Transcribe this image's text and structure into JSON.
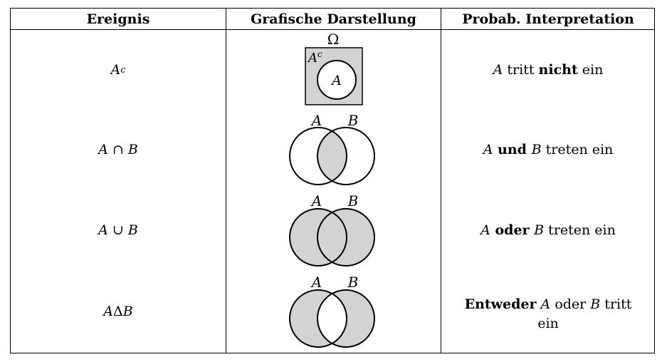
{
  "headers": {
    "event": "Ereignis",
    "graphic": "Grafische Darstellung",
    "interpretation": "Probab. Interpretation"
  },
  "rows": [
    {
      "event_main": "A",
      "event_sup": "c",
      "diagram": {
        "omega": "Ω",
        "complement_main": "A",
        "complement_sup": "c",
        "circle": "A"
      },
      "interp": {
        "p1": "A",
        "p2": " tritt ",
        "p3": "nicht",
        "p4": " ein"
      }
    },
    {
      "event": {
        "a": "A",
        "op": " ∩ ",
        "b": "B"
      },
      "diagram": {
        "label_a": "A",
        "label_b": "B",
        "shaded": "intersection"
      },
      "interp": {
        "p1": "A",
        "p2": " und ",
        "p3": "B",
        "p4": " treten ein"
      }
    },
    {
      "event": {
        "a": "A",
        "op": " ∪ ",
        "b": "B"
      },
      "diagram": {
        "label_a": "A",
        "label_b": "B",
        "shaded": "union"
      },
      "interp": {
        "p1": "A",
        "p2": " oder ",
        "p3": "B",
        "p4": " treten ein"
      }
    },
    {
      "event": {
        "a": "A",
        "op": "Δ",
        "b": "B"
      },
      "diagram": {
        "label_a": "A",
        "label_b": "B",
        "shaded": "symmetric-difference"
      },
      "interp": {
        "p1": "Entweder",
        "p2": " A",
        "p3": " oder ",
        "p4": "B",
        "p5": " tritt ein"
      }
    }
  ],
  "colors": {
    "shade": "#d3d3d3",
    "line": "#000000"
  }
}
